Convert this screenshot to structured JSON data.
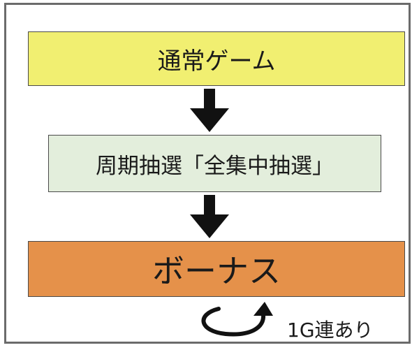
{
  "diagram": {
    "steps": [
      {
        "label": "通常ゲーム",
        "color": "#f1ef71"
      },
      {
        "label": "周期抽選「全集中抽選」",
        "color": "#e3eedc"
      },
      {
        "label": "ボーナス",
        "color": "#e5914a"
      }
    ],
    "loop_label": "1G連あり",
    "arrow_color": "#111111",
    "border_color": "#6b6b6b"
  }
}
